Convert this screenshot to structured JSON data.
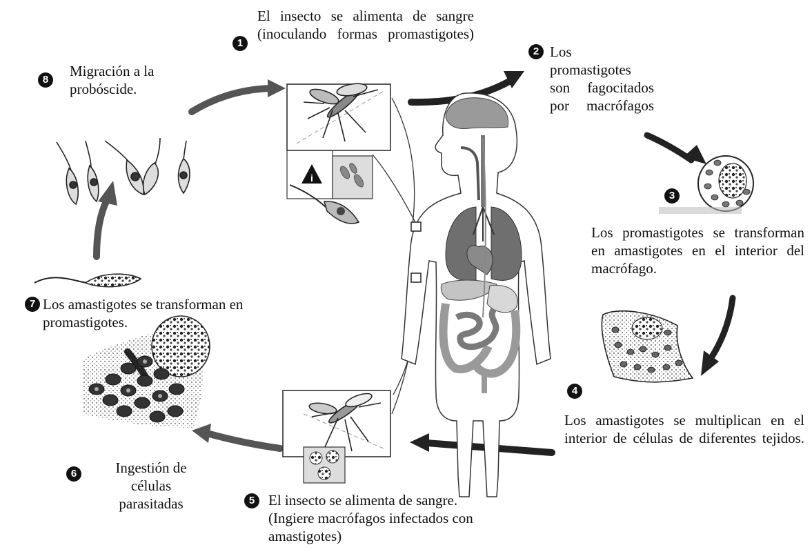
{
  "steps": [
    {
      "num": "1",
      "text": "El insecto se alimenta de sangre (inoculando formas promastigotes)"
    },
    {
      "num": "2",
      "text": "Los promastigotes son fagocitados por macrófagos"
    },
    {
      "num": "3",
      "text": "Los promastigotes se transforman en amastigotes en el interior del macrófago."
    },
    {
      "num": "4",
      "text": "Los amastigotes se multiplican en el interior de células de diferentes tejidos."
    },
    {
      "num": "5",
      "text": "El insecto se alimenta de sangre. (Ingiere macrófagos infectados con amastigotes)"
    },
    {
      "num": "6",
      "text": "Ingestión de células parasitadas"
    },
    {
      "num": "7",
      "text": "Los amastigotes se transforman en promastigotes."
    },
    {
      "num": "8",
      "text": "Migración a la probóscide."
    }
  ],
  "colors": {
    "arrow": "#222222",
    "arrow_gray": "#555555",
    "organ_dark": "#6f6f6f",
    "organ_mid": "#9a9a9a",
    "organ_light": "#c4c4c4",
    "outline": "#333333"
  },
  "icons": [
    "mosquito-icon",
    "warning-icon",
    "human-body-icon",
    "macrophage-icon",
    "promastigote-icon",
    "amastigote-cluster-icon"
  ]
}
